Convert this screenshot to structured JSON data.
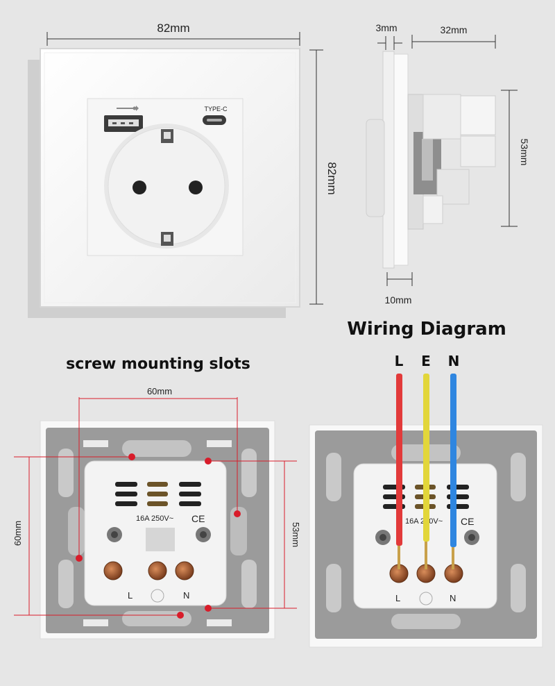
{
  "front_view": {
    "width_label": "82mm",
    "height_label": "82mm",
    "usb_a_icon": "usb-icon",
    "type_c_label": "TYPE-C"
  },
  "side_view": {
    "plate_thickness_label": "3mm",
    "depth_label": "32mm",
    "body_height_label": "53mm",
    "frame_depth_label": "10mm"
  },
  "screw_slots": {
    "title": "screw mounting slots",
    "horizontal_label": "60mm",
    "vertical_label": "60mm",
    "module_height_label": "53mm"
  },
  "wiring": {
    "title": "Wiring Diagram",
    "wires": [
      {
        "letter": "L",
        "color": "#e23a3a"
      },
      {
        "letter": "E",
        "color": "#e2d63a"
      },
      {
        "letter": "N",
        "color": "#2f86e0"
      }
    ]
  },
  "module": {
    "rating_text": "16A 250V~",
    "ce_mark": "CE",
    "terminal_left": "L",
    "terminal_right": "N"
  },
  "colors": {
    "frame_gray": "#9a9a9a",
    "core_white": "#f4f4f4",
    "marker_red": "#d81c2a",
    "terminal_copper": "#b36a3c"
  }
}
